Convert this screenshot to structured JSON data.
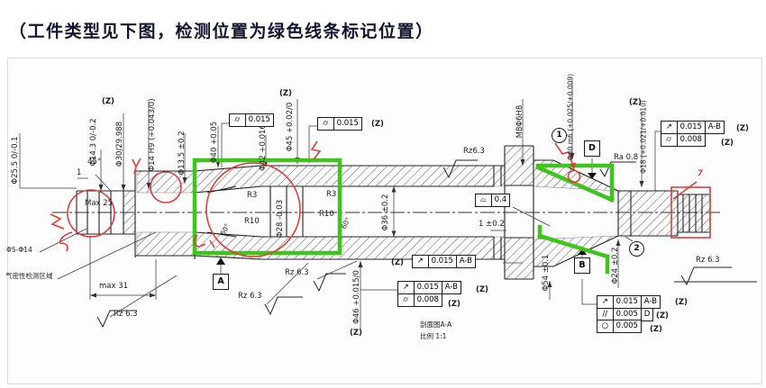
{
  "title": "（工件类型见下图，检测位置为绿色线条标记位置）",
  "colors": {
    "green": "#3fc41d",
    "red": "#e23b3b",
    "line": "#222222"
  },
  "labels": {
    "phi25_5": "Φ25.5 0/-0.1",
    "max25": "Max 25",
    "phi14_3": "Φ14.3 0/-0.2",
    "z": "(Z)",
    "phi30": "Φ30/29.988",
    "phi14h9": "Φ14 H9 (+0.043/0)",
    "phi13_5": "Φ13.5 ±0.2",
    "chamfer_angle": "45°",
    "chamfer_len": "1",
    "phi5_14": "Φ5-Φ14",
    "airtight": "气密性检测区域",
    "max31": "max 31",
    "rz63": "Rz 6.3",
    "rz63c": "Rz6.3",
    "ra08": "Ra 0.8",
    "phi40": "Φ40 +0.05",
    "phi42": "Φ42 +0.016",
    "phi45": "Φ45 +0.02/0",
    "r3": "R3",
    "r10": "R10",
    "angle60": "60°",
    "phi28": "Φ28 -0.03",
    "phi36": "Φ36 ±0.2",
    "one_pm": "1 ±0.2",
    "m8": "M8Φ6H8",
    "phi40m6": "Φ40 m6 (+0.025/+0.009)",
    "phi18": "Φ18 (+0.021/+0.010)",
    "phi46": "Φ46 +0.015/0",
    "phi54": "Φ54 ±0.1",
    "phi24": "Φ24 ±0.2",
    "datum_a": "A",
    "datum_b": "B",
    "datum_d": "D",
    "balloon1": "1",
    "balloon2": "2",
    "sec_aa": "剖面图A-A",
    "scale": "比例 1:1",
    "red_mark": "7"
  },
  "fcf": {
    "sym_cyl": "⌭",
    "sym_runout": "↗",
    "sym_par": "//",
    "sym_round": "○",
    "sym_crown": "⌓",
    "v0015": "0.015",
    "v0008": "0.008",
    "v0005": "0.005",
    "v04": "0.4",
    "ab": "A-B",
    "d": "D"
  }
}
